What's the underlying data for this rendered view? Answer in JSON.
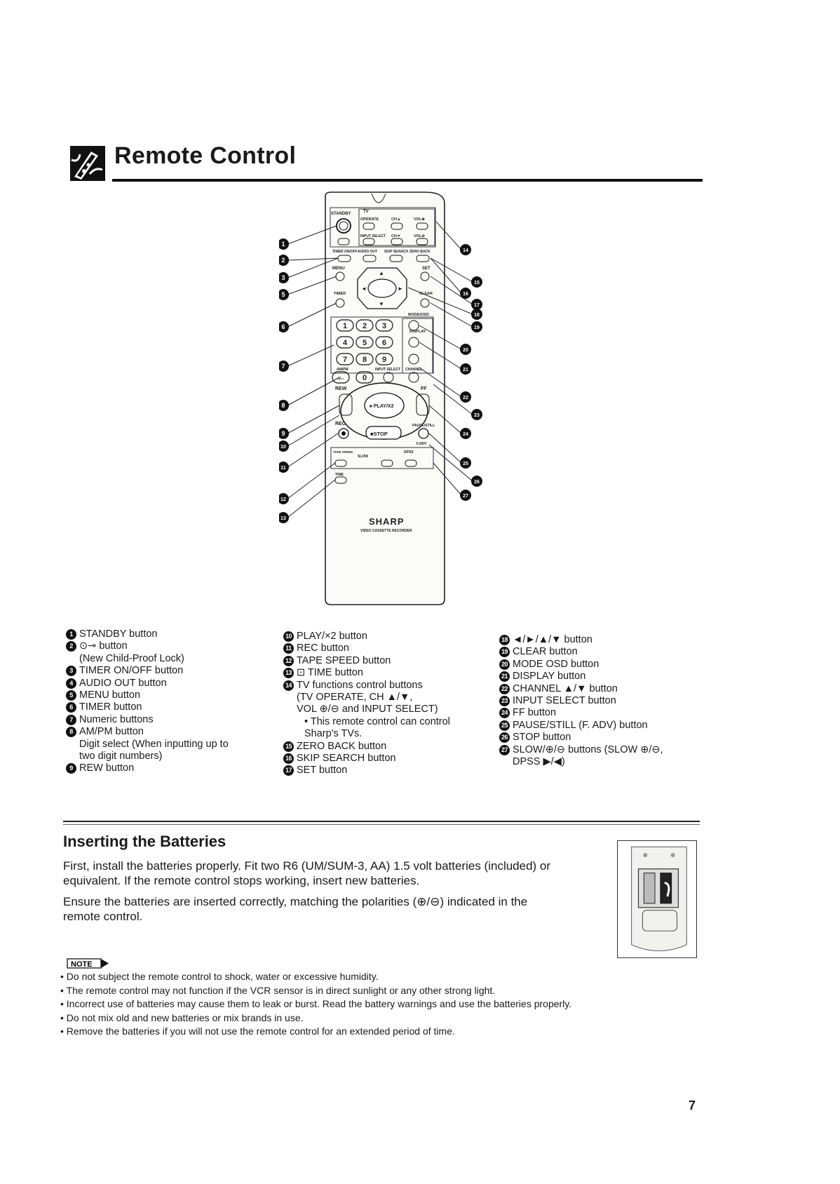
{
  "header": {
    "title": "Remote Control"
  },
  "remote": {
    "labels": {
      "standby": "STANDBY",
      "tv": "TV",
      "operate": "OPERATE",
      "ch_up": "CH▲",
      "vol_up": "VOL⊕",
      "input_select": "INPUT SELECT",
      "ch_down": "CH▼",
      "vol_down": "VOL⊖",
      "timer_onoff": "TIMER ON/OFF",
      "audio_out": "AUDIO OUT",
      "skip_search": "SKIP SEARCH",
      "zero_back": "ZERO BACK",
      "menu": "MENU",
      "set": "SET",
      "timer": "TIMER",
      "clear": "CLEAR",
      "mode_osd": "MODE/OSD",
      "display": "DISPLAY",
      "am_pm": "AM/PM",
      "input_select2": "INPUT SELECT",
      "channel": "CHANNEL",
      "rew": "REW",
      "ff": "FF",
      "play": "►PLAY/X2",
      "rec": "REC",
      "pause_still": "PAUSE/STILL",
      "stop": "■STOP",
      "f_adv": "F.ADV",
      "tape_speed": "TAPE SPEED",
      "slow": "SLOW",
      "dpss": "DPSS",
      "time": "TIME",
      "brand": "SHARP",
      "product": "VIDEO CASSETTE RECORDER"
    },
    "digits": [
      "1",
      "2",
      "3",
      "4",
      "5",
      "6",
      "7",
      "8",
      "9",
      "0",
      "-/--"
    ]
  },
  "legend": {
    "col1": [
      {
        "num": "1",
        "text": "STANDBY button"
      },
      {
        "num": "2",
        "text": "⊙⊸ button",
        "cont": "(New Child-Proof Lock)"
      },
      {
        "num": "3",
        "text": "TIMER ON/OFF button"
      },
      {
        "num": "4",
        "text": "AUDIO OUT button"
      },
      {
        "num": "5",
        "text": "MENU button"
      },
      {
        "num": "6",
        "text": "TIMER button"
      },
      {
        "num": "7",
        "text": "Numeric buttons"
      },
      {
        "num": "8",
        "text": "AM/PM button",
        "cont": "Digit select (When inputting up to",
        "cont2": "two digit numbers)"
      },
      {
        "num": "9",
        "text": "REW button"
      }
    ],
    "col2": [
      {
        "num": "10",
        "text": "PLAY/×2 button"
      },
      {
        "num": "11",
        "text": "REC button"
      },
      {
        "num": "12",
        "text": "TAPE SPEED button"
      },
      {
        "num": "13",
        "text": "⊡ TIME button"
      },
      {
        "num": "14",
        "text": "TV functions control buttons",
        "cont": "(TV OPERATE, CH ▲/▼,",
        "cont2": "VOL ⊕/⊖ and INPUT SELECT)",
        "cont3": "• This remote control can control",
        "cont4": "Sharp's TVs."
      },
      {
        "num": "15",
        "text": "ZERO BACK button"
      },
      {
        "num": "16",
        "text": "SKIP SEARCH button"
      },
      {
        "num": "17",
        "text": "SET button"
      }
    ],
    "col3": [
      {
        "num": "18",
        "text": "◄/►/▲/▼ button"
      },
      {
        "num": "19",
        "text": "CLEAR button"
      },
      {
        "num": "20",
        "text": "MODE OSD button"
      },
      {
        "num": "21",
        "text": "DISPLAY button"
      },
      {
        "num": "22",
        "text": "CHANNEL ▲/▼ button"
      },
      {
        "num": "23",
        "text": "INPUT SELECT button"
      },
      {
        "num": "24",
        "text": "FF button"
      },
      {
        "num": "25",
        "text": "PAUSE/STILL (F. ADV) button"
      },
      {
        "num": "26",
        "text": "STOP button"
      },
      {
        "num": "27",
        "text": "SLOW/⊕/⊖ buttons (SLOW ⊕/⊖,",
        "cont": "DPSS ▶/◀)"
      }
    ]
  },
  "batteries": {
    "heading": "Inserting the Batteries",
    "p1": "First, install the batteries properly. Fit two R6 (UM/SUM-3, AA) 1.5 volt batteries (included) or equivalent. If the remote control stops working, insert new batteries.",
    "p2": "Ensure the batteries are inserted correctly, matching the polarities (⊕/⊖) indicated in the remote control."
  },
  "note": {
    "label": "NOTE",
    "items": [
      "Do not subject the remote control to shock, water or excessive humidity.",
      "The remote control may not function if the VCR sensor is in direct sunlight or any other strong light.",
      "Incorrect use of batteries may cause them to leak or burst. Read the battery warnings and use the batteries properly.",
      "Do not mix old and new batteries or mix brands in use.",
      "Remove the batteries if you will not use the remote control for an extended period of time."
    ]
  },
  "page_number": "7"
}
